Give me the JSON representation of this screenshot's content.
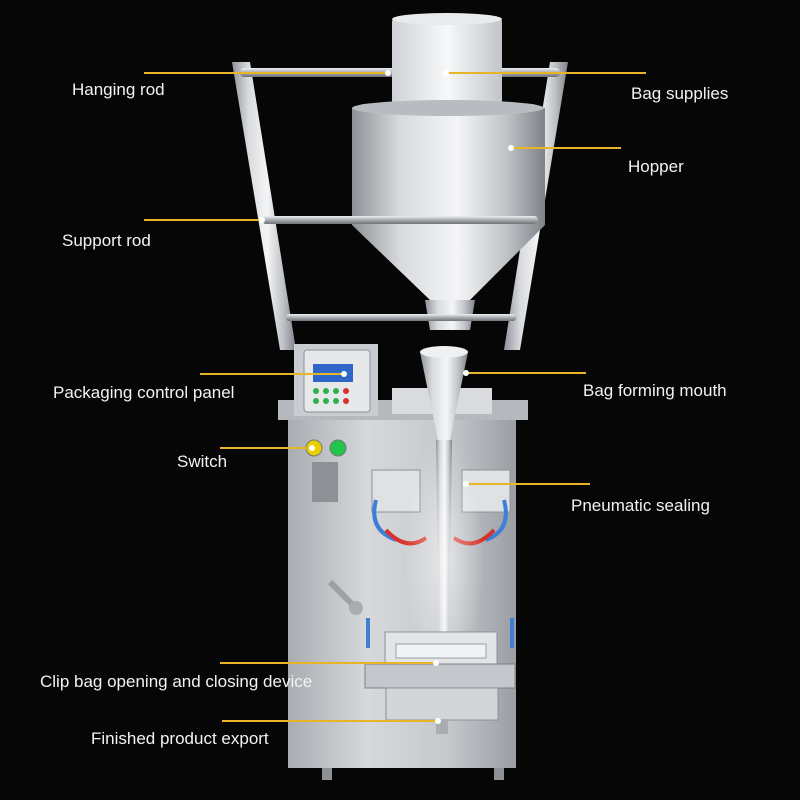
{
  "diagram": {
    "colors": {
      "background": "#060606",
      "callout_line": "#e8b428",
      "label_text": "#f2f2f2",
      "steel": "#c9ccd0",
      "switch_yellow": "#e8d000",
      "switch_green": "#22c44a"
    },
    "callouts": {
      "hanging_rod": "Hanging rod",
      "bag_supplies": "Bag supplies",
      "hopper": "Hopper",
      "support_rod": "Support rod",
      "packaging_control_panel": "Packaging control panel",
      "bag_forming_mouth": "Bag forming mouth",
      "switch": "Switch",
      "pneumatic_sealing": "Pneumatic sealing",
      "clip_bag_device": "Clip bag opening and closing device",
      "finished_product_export": "Finished product export"
    }
  }
}
